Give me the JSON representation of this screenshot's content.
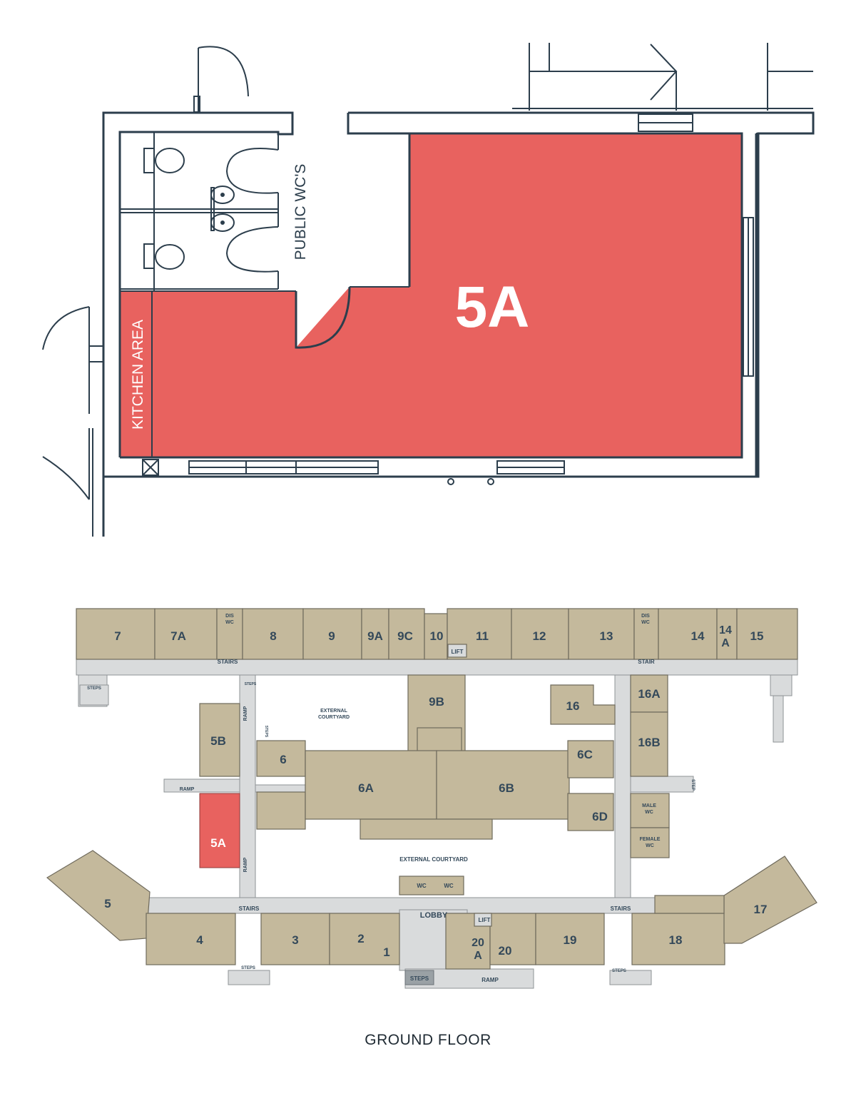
{
  "detail": {
    "highlight_label": "5A",
    "public_wc_label": "PUBLIC WC'S",
    "kitchen_label": "KITCHEN AREA",
    "highlight_color": "#e8625f",
    "line_color": "#2c3e4c"
  },
  "overview": {
    "room_color": "#c4b99c",
    "corridor_color": "#d9dbdc",
    "highlight_color": "#e8625f",
    "rooms": {
      "r7": "7",
      "r7a": "7A",
      "r8": "8",
      "r9": "9",
      "r9a": "9A",
      "r9c": "9C",
      "r10": "10",
      "r11": "11",
      "r12": "12",
      "r13": "13",
      "r14": "14",
      "r14a_1": "14",
      "r14a_2": "A",
      "r15": "15",
      "r9b": "9B",
      "r16": "16",
      "r16a": "16A",
      "r16b": "16B",
      "r5b": "5B",
      "r6": "6",
      "r6a": "6A",
      "r6b": "6B",
      "r6c": "6C",
      "r6d": "6D",
      "r5a": "5A",
      "r5": "5",
      "r4": "4",
      "r3": "3",
      "r2": "2",
      "r1": "1",
      "r20a_1": "20",
      "r20a_2": "A",
      "r20": "20",
      "r19": "19",
      "r18": "18",
      "r17": "17"
    },
    "labels": {
      "stairs_left": "STAIRS",
      "stairs_right": "STAIR",
      "lift_top": "LIFT",
      "dis_wc_left_1": "DIS",
      "dis_wc_left_2": "WC",
      "dis_wc_right_1": "DIS",
      "dis_wc_right_2": "WC",
      "steps_topleft": "STEPS",
      "steps_ramp": "STEPS",
      "ramp_upper": "RAMP",
      "ramp_side": "RAMP",
      "ramp_lower": "RAMP",
      "steps_small": "STEPS",
      "ext_court_top_1": "EXTERNAL",
      "ext_court_top_2": "COURTYARD",
      "ext_court_bottom": "EXTERNAL COURTYARD",
      "step_right": "STEP",
      "male_wc_1": "MALE",
      "male_wc_2": "WC",
      "female_wc_1": "FEMALE",
      "female_wc_2": "WC",
      "wc_1": "WC",
      "wc_2": "WC",
      "lobby": "LOBBY",
      "stairs_bl": "STAIRS",
      "stairs_br": "STAIRS",
      "lift_bottom": "LIFT",
      "steps_bl": "STEPS",
      "steps_entrance": "STEPS",
      "ramp_entrance": "RAMP",
      "steps_br": "STEPS"
    }
  },
  "footer": {
    "floor_label": "GROUND FLOOR"
  }
}
